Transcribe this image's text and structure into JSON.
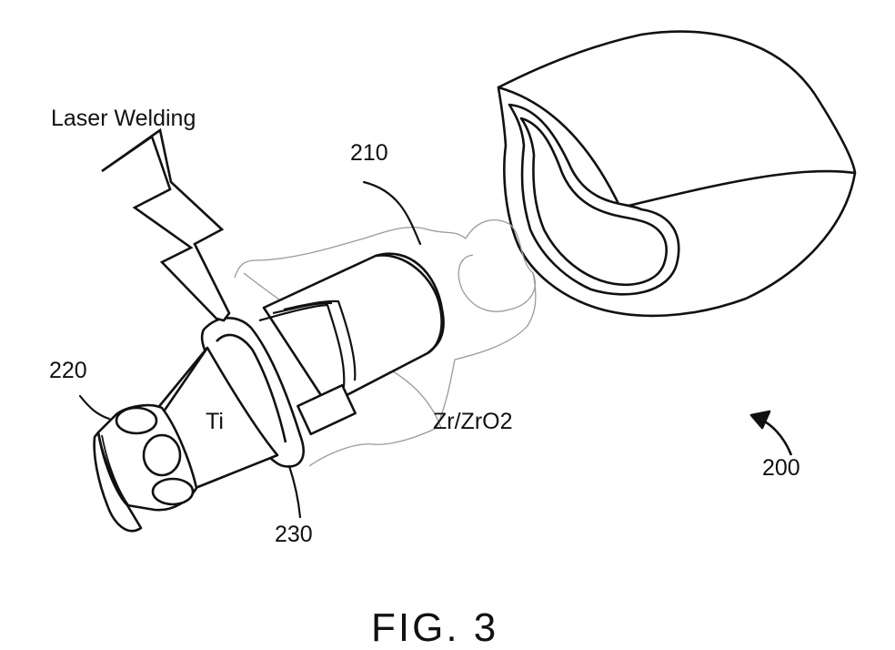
{
  "labels": {
    "laser_welding": "Laser Welding",
    "ref_210": "210",
    "ref_220": "220",
    "ref_230": "230",
    "ref_200": "200",
    "material_ti": "Ti",
    "material_zr": "Zr/ZrO2"
  },
  "caption": "FIG. 3",
  "colors": {
    "ink": "#111111",
    "outline_light": "#9a9a9a",
    "fill": "#ffffff"
  }
}
